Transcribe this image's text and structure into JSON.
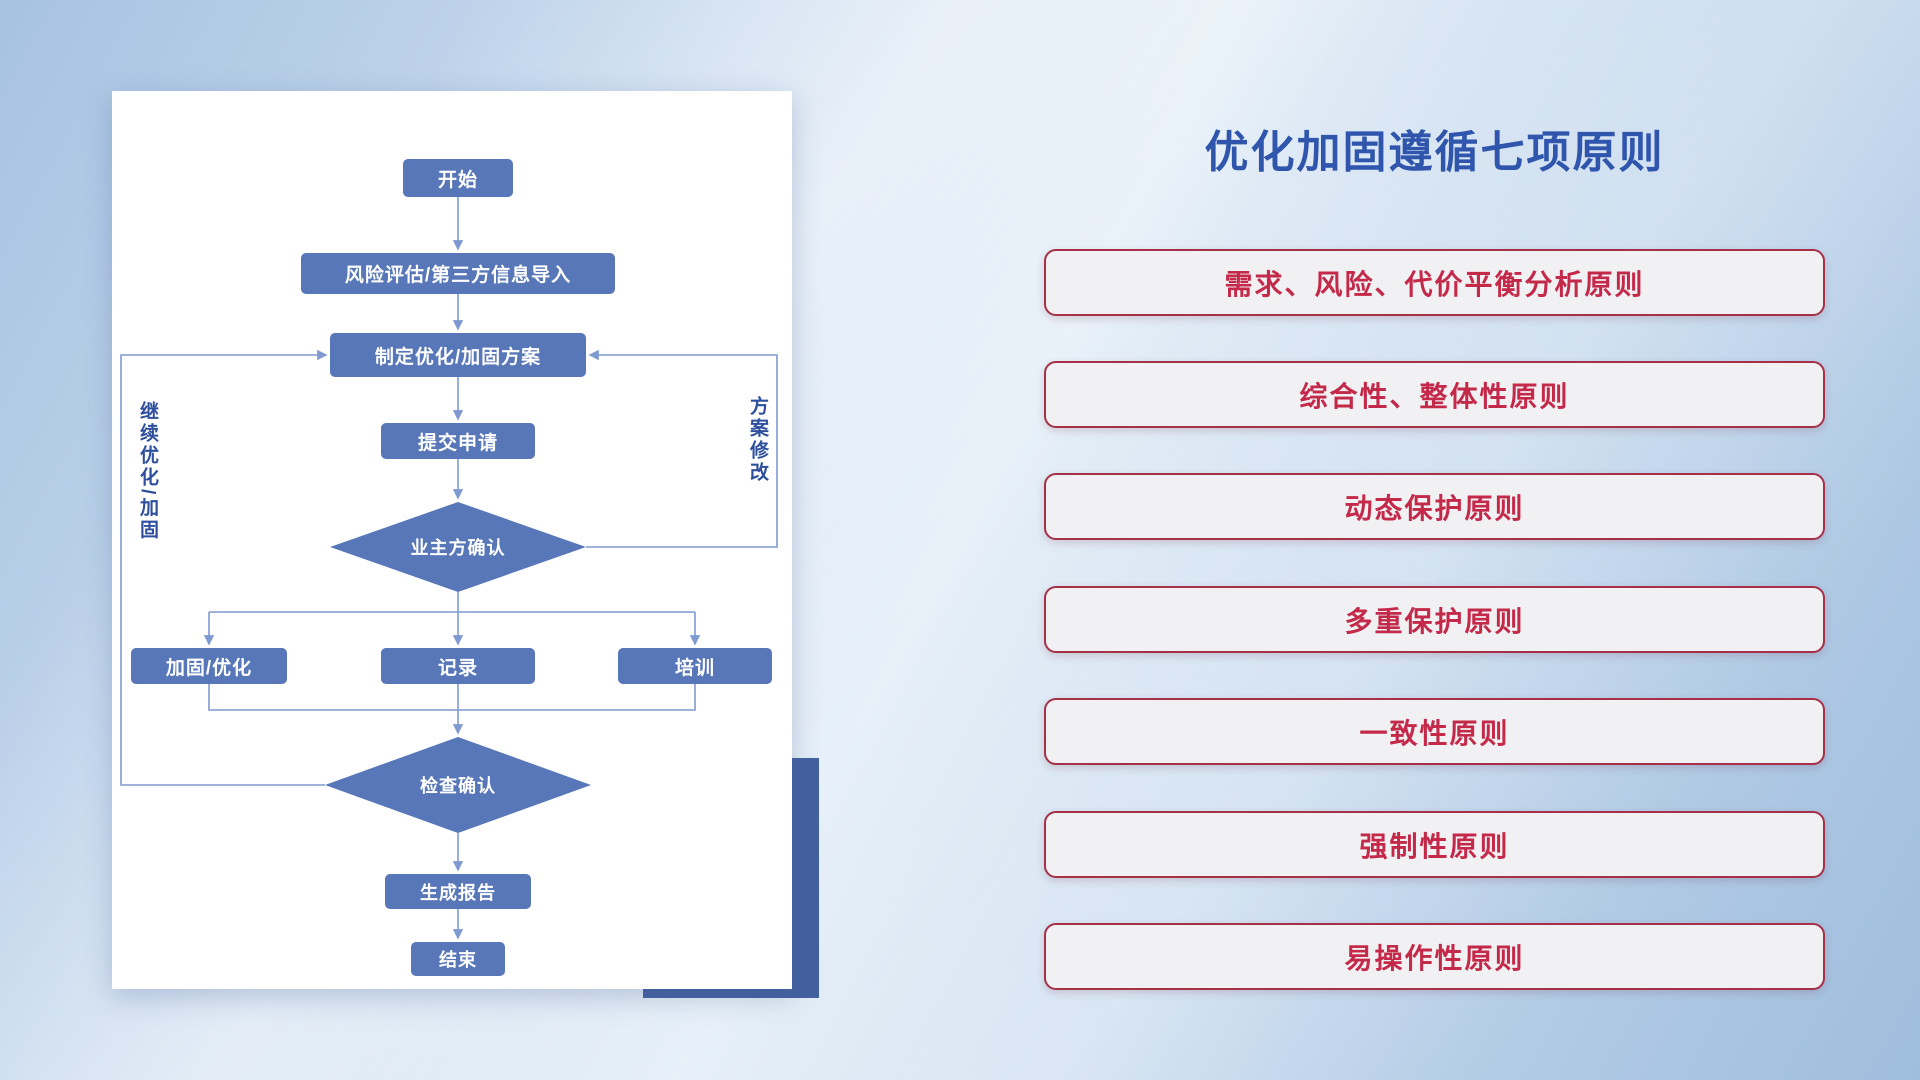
{
  "colors": {
    "node_blue": "#5877b8",
    "connector_blue": "#7e9ad0",
    "title_blue": "#2f55ad",
    "principle_red": "#c4294a",
    "principle_border": "#a53048",
    "card_shadow_blue": "#44619f"
  },
  "flowchart": {
    "nodes": {
      "start": "开始",
      "risk_import": "风险评估/第三方信息导入",
      "make_plan": "制定优化/加固方案",
      "submit": "提交申请",
      "owner_confirm": "业主方确认",
      "reinforce": "加固/优化",
      "record": "记录",
      "training": "培训",
      "check_confirm": "检查确认",
      "report": "生成报告",
      "end": "结束"
    },
    "side_labels": {
      "left": "继续优化/加固",
      "right": "方案修改"
    }
  },
  "panel": {
    "title": "优化加固遵循七项原则",
    "principles": [
      "需求、风险、代价平衡分析原则",
      "综合性、整体性原则",
      "动态保护原则",
      "多重保护原则",
      "一致性原则",
      "强制性原则",
      "易操作性原则"
    ]
  }
}
